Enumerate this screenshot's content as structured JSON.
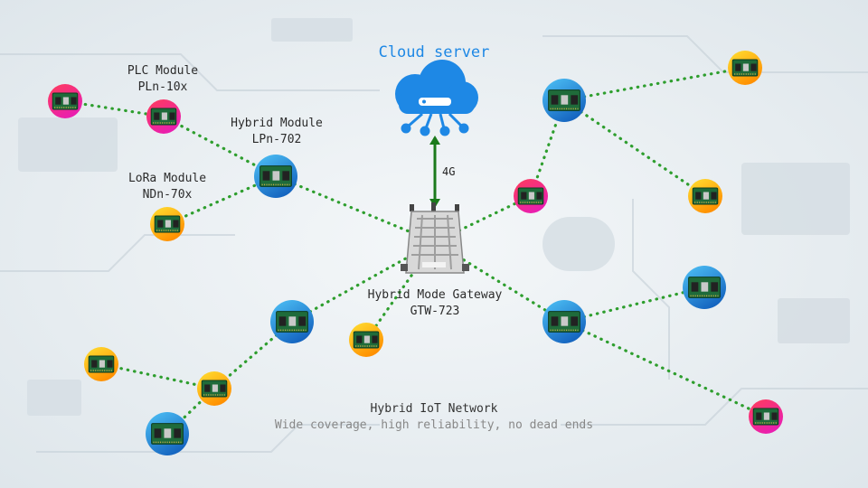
{
  "cloud": {
    "title": "Cloud server",
    "icon": "cloud-server-icon",
    "color": "#1e88e5"
  },
  "link": {
    "label": "4G",
    "color": "#1b7a1b"
  },
  "gateway": {
    "name": "Hybrid Mode Gateway",
    "model": "GTW-723",
    "icon": "gateway-device-icon"
  },
  "legend": {
    "plc": {
      "name": "PLC Module",
      "model": "PLn-10x"
    },
    "hybrid": {
      "name": "Hybrid Module",
      "model": "LPn-702"
    },
    "lora": {
      "name": "LoRa Module",
      "model": "NDn-70x"
    }
  },
  "caption": {
    "title": "Hybrid IoT Network",
    "subtitle": "Wide coverage, high reliability, no dead ends"
  },
  "colors": {
    "plc": "#e91e63",
    "hybrid": "#29a3e6",
    "lora": "#f5b800",
    "link_dots": "#2e9e2e"
  },
  "module_types": [
    "plc",
    "hybrid",
    "lora"
  ]
}
